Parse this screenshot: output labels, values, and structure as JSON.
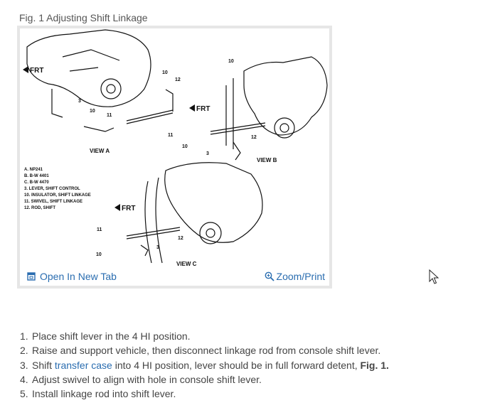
{
  "figure": {
    "caption": "Fig. 1 Adjusting Shift Linkage",
    "open_tab_label": "Open In New Tab",
    "zoom_label": "Zoom/Print",
    "diagram": {
      "frt": "FRT",
      "views": [
        "VIEW A",
        "VIEW B",
        "VIEW C"
      ],
      "callouts": [
        "3",
        "10",
        "11",
        "12"
      ],
      "legend": [
        "A.  NP241",
        "B.  B-W 4401",
        "C.  B-W 4470",
        "3.  LEVER, SHIFT CONTROL",
        "10.  INSULATOR, SHIFT LINKAGE",
        "11.  SWIVEL, SHIFT LINKAGE",
        "12.  ROD, SHIFT"
      ]
    }
  },
  "steps": {
    "nums": [
      "1.",
      "2.",
      "3.",
      "4.",
      "5."
    ],
    "s1": "Place shift lever in the 4 HI position.",
    "s2": "Raise and support vehicle, then disconnect linkage rod from console shift lever.",
    "s3_pre": "Shift ",
    "s3_link": "transfer case",
    "s3_mid": " into 4 HI position, lever should be in full forward detent, ",
    "s3_ref": "Fig. 1.",
    "s4": "Adjust swivel to align with hole in console shift lever.",
    "s5": "Install linkage rod into shift lever."
  },
  "icons": {
    "open_tab": "open-in-new-tab-icon",
    "zoom": "zoom-icon",
    "cursor": "mouse-pointer-icon"
  },
  "colors": {
    "link": "#2a6db0",
    "figure_border": "#e6e6e6"
  }
}
